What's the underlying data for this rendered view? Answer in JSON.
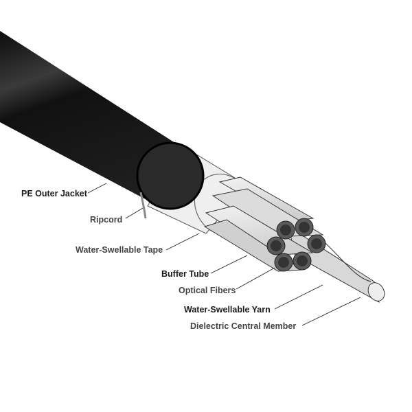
{
  "diagram": {
    "subject": "fiber-optic-cable-cross-section",
    "labels": {
      "pe_outer_jacket": "PE Outer Jacket",
      "ripcord": "Ripcord",
      "water_swellable_tape": "Water-Swellable Tape",
      "buffer_tube": "Buffer Tube",
      "optical_fibers": "Optical Fibers",
      "water_swellable_yarn": "Water-Swellable Yarn",
      "dielectric_central_member": "Dielectric Central Member"
    },
    "colors": {
      "jacket": "#151515",
      "tape": "#e8e8e8",
      "tube": "#d4d4d4",
      "tube_end": "#555555"
    }
  }
}
